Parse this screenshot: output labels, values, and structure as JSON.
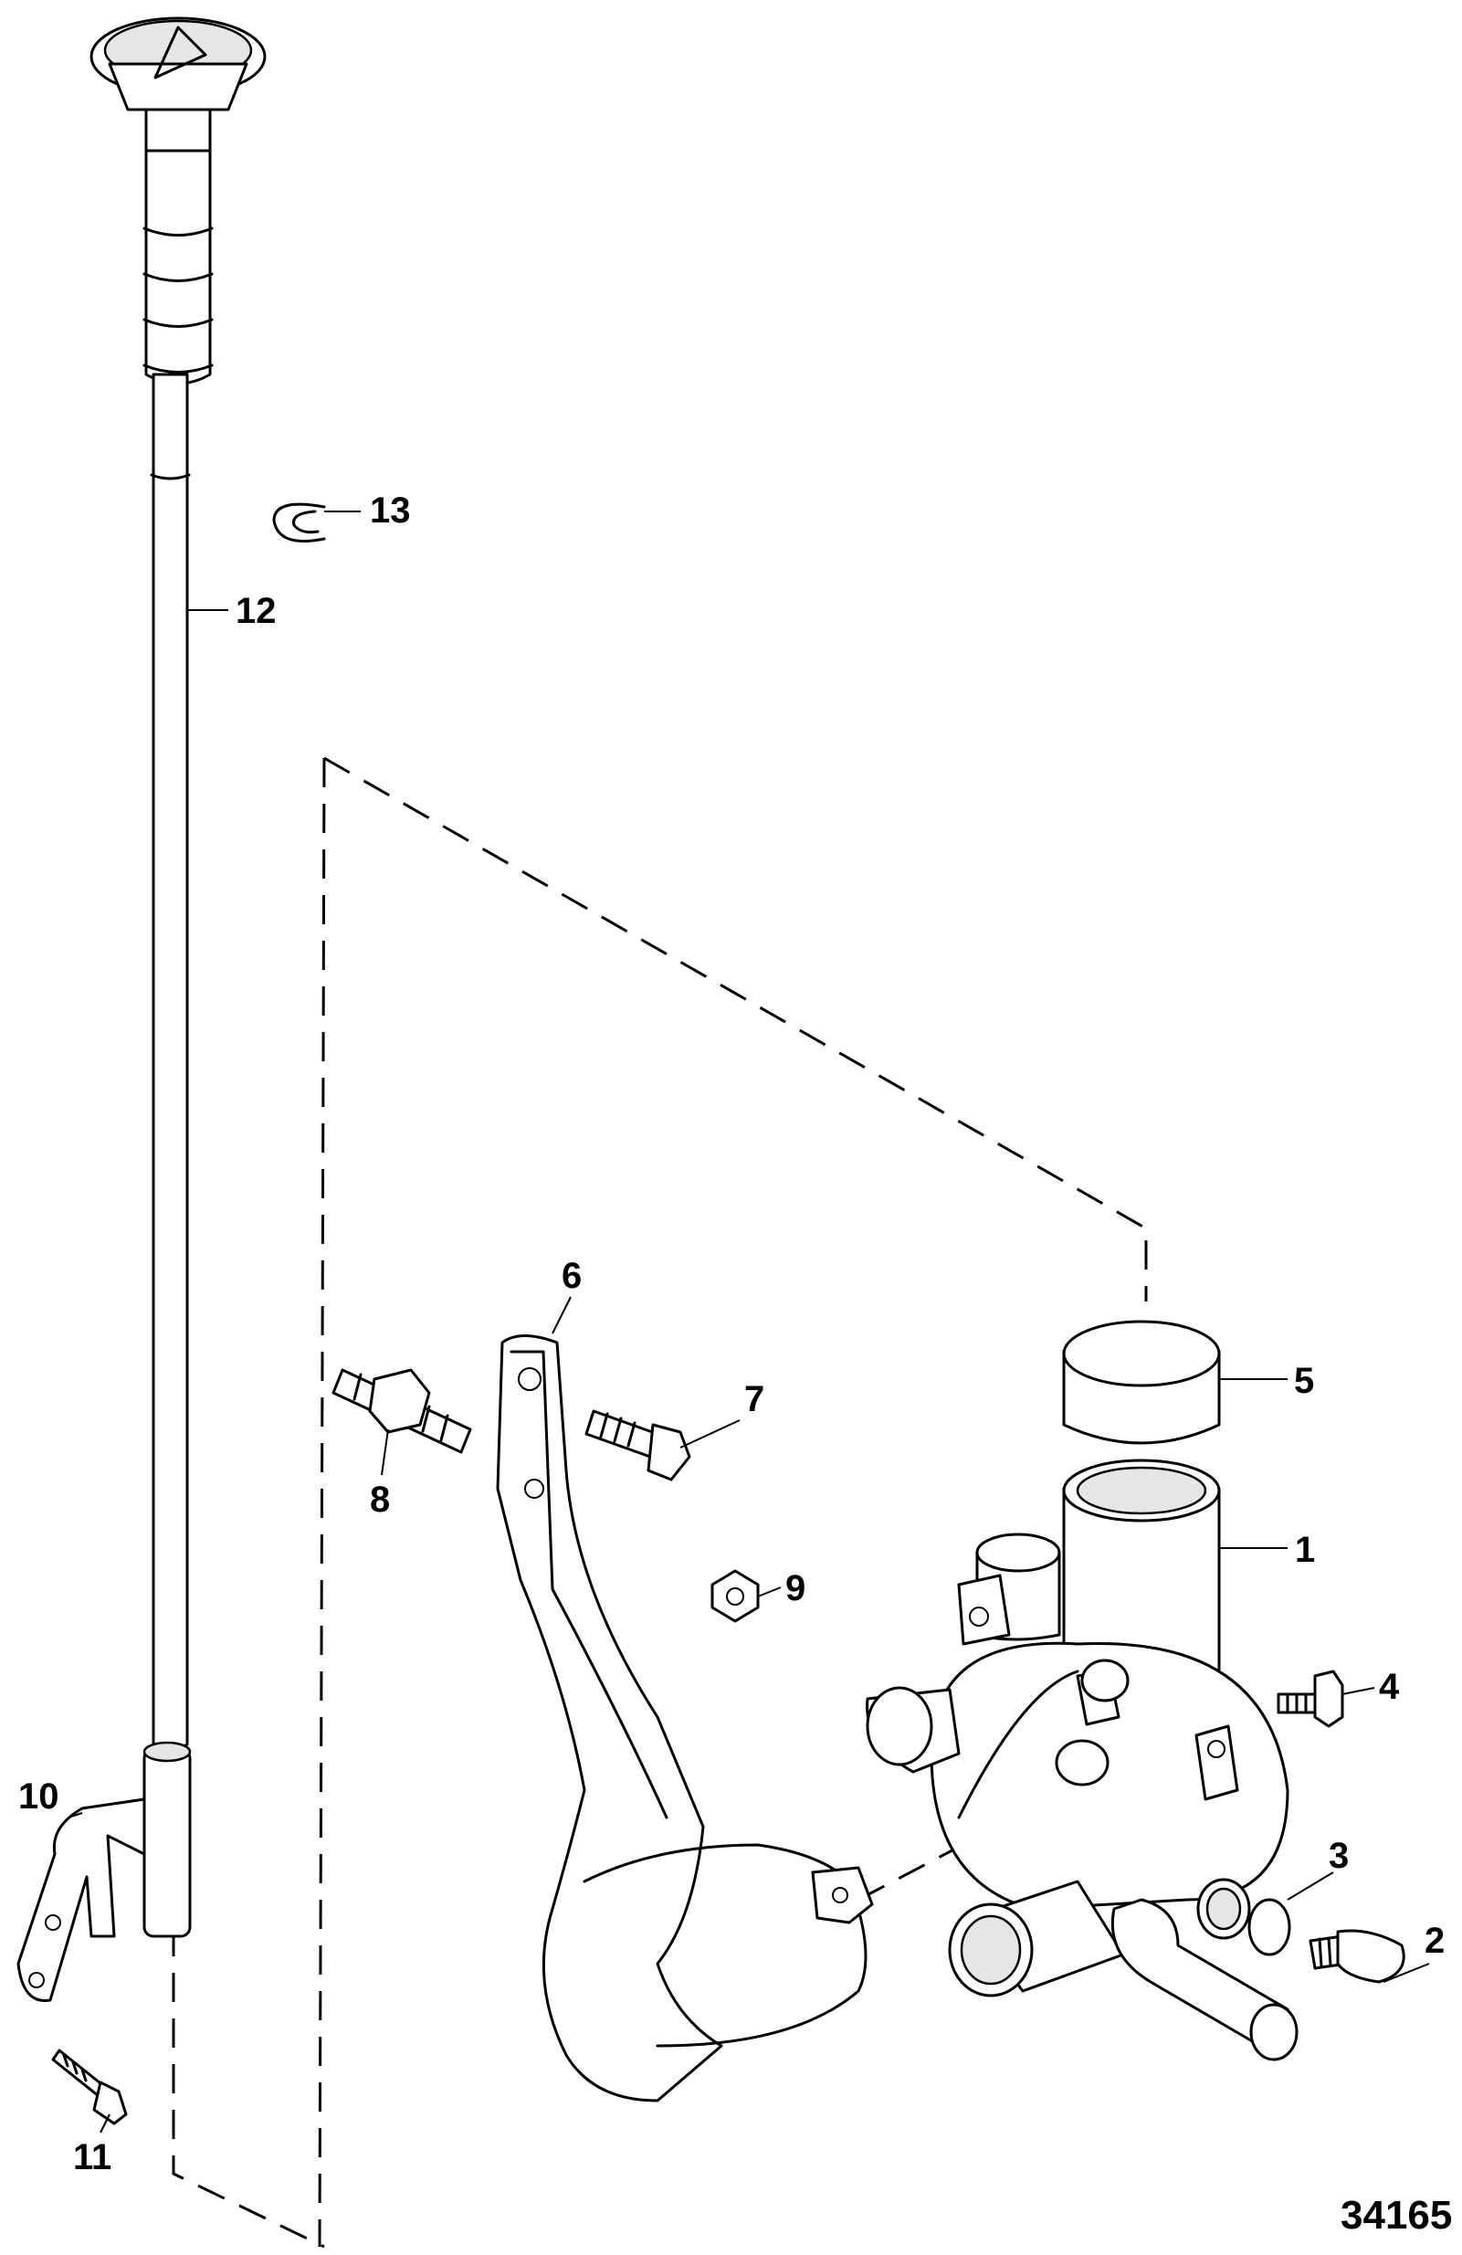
{
  "callouts": [
    {
      "id": "1",
      "label": "1"
    },
    {
      "id": "2",
      "label": "2"
    },
    {
      "id": "3",
      "label": "3"
    },
    {
      "id": "4",
      "label": "4"
    },
    {
      "id": "5",
      "label": "5"
    },
    {
      "id": "6",
      "label": "6"
    },
    {
      "id": "7",
      "label": "7"
    },
    {
      "id": "8",
      "label": "8"
    },
    {
      "id": "9",
      "label": "9"
    },
    {
      "id": "10",
      "label": "10"
    },
    {
      "id": "11",
      "label": "11"
    },
    {
      "id": "12",
      "label": "12"
    },
    {
      "id": "13",
      "label": "13"
    }
  ],
  "figure_id": "34165"
}
